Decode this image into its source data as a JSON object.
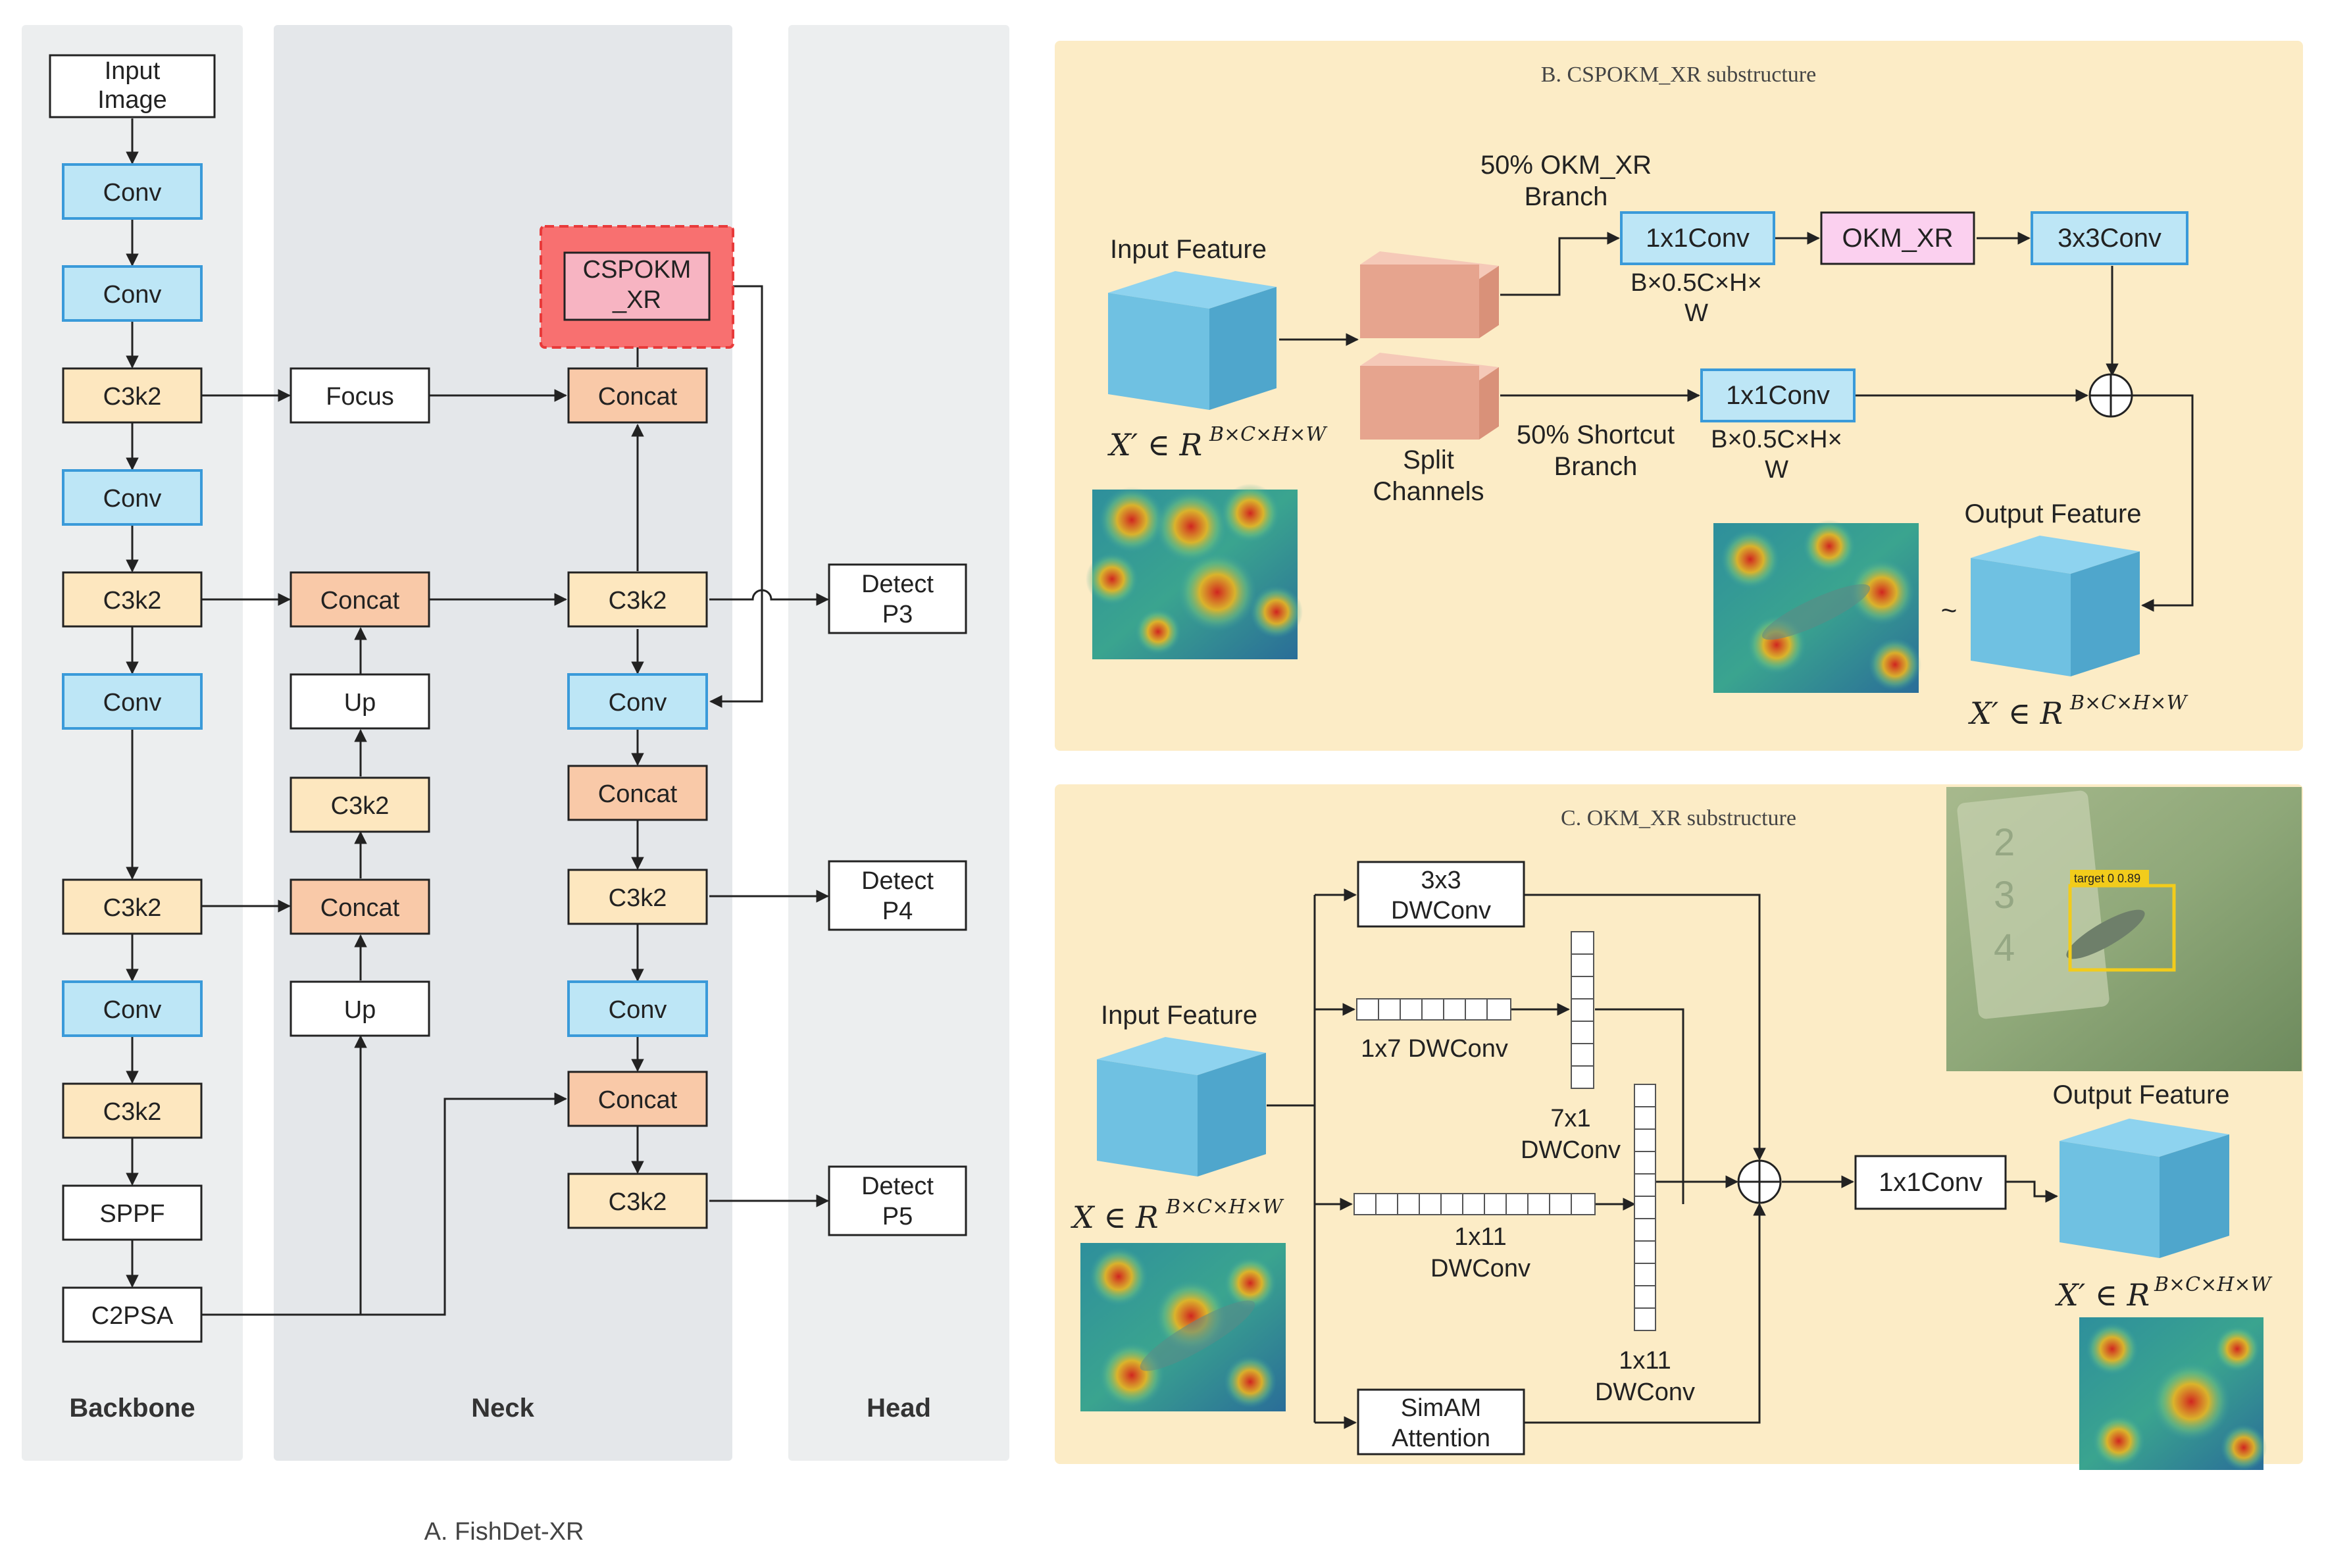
{
  "caption": "A. FishDet-XR",
  "columns": {
    "backbone": "Backbone",
    "neck": "Neck",
    "head": "Head"
  },
  "backbone": {
    "input": [
      "Input",
      "Image"
    ],
    "b1": "Conv",
    "b2": "Conv",
    "b3": "C3k2",
    "b4": "Conv",
    "b5": "C3k2",
    "b6": "Conv",
    "b7": "C3k2",
    "b8": "Conv",
    "b9": "C3k2",
    "b10": "SPPF",
    "b11": "C2PSA"
  },
  "neck": {
    "focus": "Focus",
    "concat_top": "Concat",
    "cspokm": [
      "CSPOKM",
      "_XR"
    ],
    "concat_a": "Concat",
    "up_a": "Up",
    "c3k2_a": "C3k2",
    "concat_b": "Concat",
    "up_b": "Up",
    "c3k2_p3": "C3k2",
    "conv_1": "Conv",
    "concat_c": "Concat",
    "c3k2_p4": "C3k2",
    "conv_2": "Conv",
    "concat_d": "Concat",
    "c3k2_p5": "C3k2"
  },
  "head": {
    "p3": [
      "Detect",
      "P3"
    ],
    "p4": [
      "Detect",
      "P4"
    ],
    "p5": [
      "Detect",
      "P5"
    ]
  },
  "panel_b": {
    "title": "B. CSPOKM_XR substructure",
    "input_label": "Input Feature",
    "input_math": "X′ ∈ R",
    "input_sup": "B×C×H×W",
    "split": [
      "Split",
      "Channels"
    ],
    "okm_branch": [
      "50% OKM_XR",
      "Branch"
    ],
    "shortcut_branch": [
      "50% Shortcut",
      "Branch"
    ],
    "conv_top": "1x1Conv",
    "dims_top": [
      "B×0.5C×H×",
      "W"
    ],
    "okm": "OKM_XR",
    "conv3": "3x3Conv",
    "conv_bottom": "1x1Conv",
    "dims_bottom": [
      "B×0.5C×H×",
      "W"
    ],
    "output_label": "Output Feature",
    "tilde": "~",
    "output_math": "X′ ∈ R",
    "output_sup": "B×C×H×W"
  },
  "panel_c": {
    "title": "C. OKM_XR substructure",
    "input_label": "Input Feature",
    "input_math": "X ∈ R",
    "input_sup": "B×C×H×W",
    "dw3": [
      "3x3",
      "DWConv"
    ],
    "dw17": "1x7 DWConv",
    "dw71": [
      "7x1",
      "DWConv"
    ],
    "dw111": [
      "1x11",
      "DWConv"
    ],
    "dw11v": [
      "1x11",
      "DWConv"
    ],
    "simam": [
      "SimAM",
      "Attention"
    ],
    "conv1": "1x1Conv",
    "output_label": "Output Feature",
    "output_math": "X′ ∈ R",
    "output_sup": "B×C×H×W",
    "detection_tag": "target 0 0.89"
  },
  "colors": {
    "conv_blue": "#bde6f6",
    "conv_border": "#3a9ad9",
    "c3k2_fill": "#fde7bf",
    "concat_fill": "#f9c9a8",
    "cspokm_fill": "#f7b4c2",
    "highlight_red": "#f87070",
    "column_gray": "#eceeef",
    "neck_gray": "#e4e7ea",
    "panel_cream": "#fcecc6",
    "okm_pink": "#fbd0ef",
    "cube_blue": "#6fc1e2",
    "split_salmon": "#e6a48e"
  }
}
